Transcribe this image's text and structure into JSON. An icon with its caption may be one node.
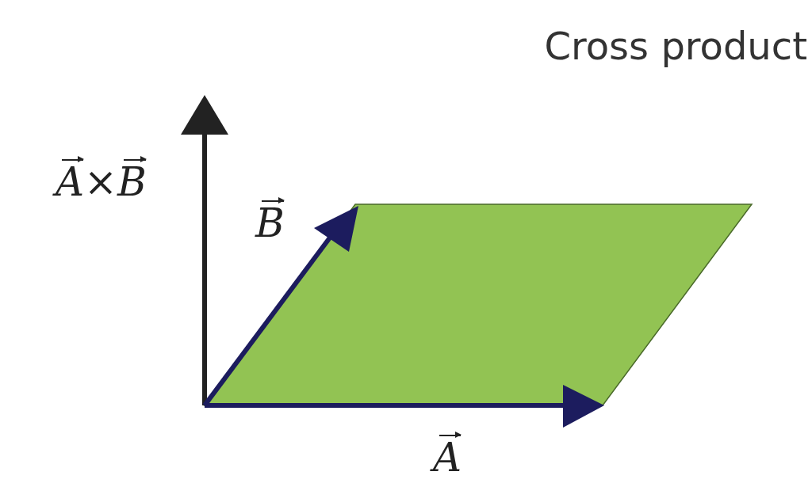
{
  "diagram": {
    "title": "Cross product",
    "labels": [
      "A⃗×B⃗",
      "B⃗",
      "A⃗"
    ]
  }
}
